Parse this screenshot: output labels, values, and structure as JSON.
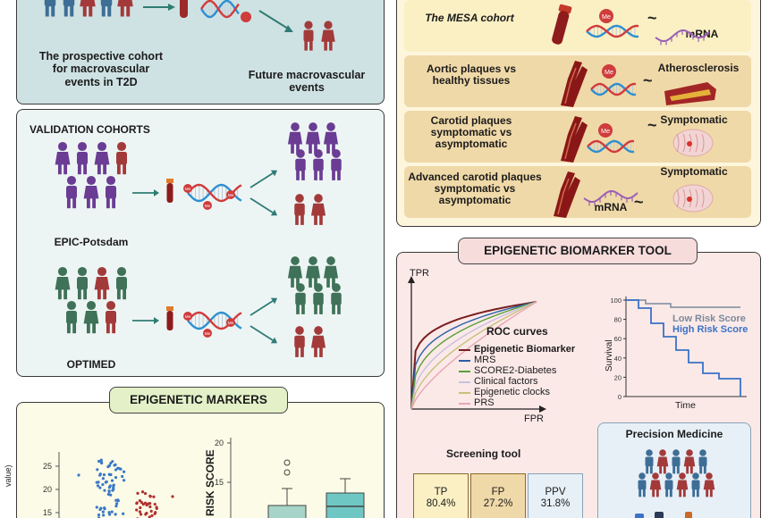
{
  "colors": {
    "discovery_bg": "#cfe2e3",
    "validation_bg": "#edf5f4",
    "mesa_bg": "#fdf6dd",
    "mesa_row_cream": "#fbf0c4",
    "mesa_row_tan": "#f0d9a8",
    "tool_bg": "#fbe9e8",
    "markers_bg": "#fbfbe7",
    "tag_green": "#e3f0c8",
    "tag_pink": "#f7dcdc",
    "blue_person": "#3e6e96",
    "red_person": "#a33a3a",
    "purple_person": "#6b3c93",
    "green_person": "#3f7258",
    "vessel": "#8f1c1c",
    "dna_red": "#d23b3b",
    "dna_blue": "#2e8fd0",
    "me_dot": "#cf3c3c",
    "mrna": "#9a5fb6",
    "roc_epigenetic": "#7a1f1f",
    "roc_mrs": "#2a5fa8",
    "roc_score2": "#5b9f3a",
    "roc_clinical": "#c9c0e0",
    "roc_clocks": "#c8c07a",
    "roc_prs": "#e9a5b3",
    "low_risk": "#7a8a99",
    "high_risk": "#3a72c6"
  },
  "icons": [
    "person-icon",
    "blood-tube-icon",
    "dna-icon",
    "methyl-icon",
    "mrna-icon",
    "artery-icon",
    "brain-icon",
    "arrow-icon",
    "pill-icon"
  ],
  "discovery": {
    "cohort_text": "The prospective cohort for macrovascular events in T2D",
    "future_text": "Future macrovascular events",
    "me_label": "Me"
  },
  "validation": {
    "title": "VALIDATION COHORTS",
    "cohort1": "EPIC-Potsdam",
    "cohort2": "OPTIMED"
  },
  "markers": {
    "title": "EPIGENETIC MARKERS",
    "volcano_ylabel_fragment": "value)",
    "volcano_ticks": [
      "25",
      "20",
      "15"
    ],
    "risk_axis_label": "N RISK SCORE",
    "risk_ticks": [
      "20",
      "15"
    ]
  },
  "mesa": {
    "rows": [
      {
        "label": "The MESA cohort",
        "right": "mRNA"
      },
      {
        "label": "Aortic plaques vs healthy tissues",
        "right": "Atherosclerosis"
      },
      {
        "label": "Carotid plaques symptomatic vs asymptomatic",
        "right": "Symptomatic"
      },
      {
        "label": "Advanced carotid plaques symptomatic vs asymptomatic",
        "right": "Symptomatic",
        "middle": "mRNA"
      }
    ],
    "tilde": "~"
  },
  "tool": {
    "title": "EPIGENETIC BIOMARKER TOOL",
    "roc_tpr": "TPR",
    "roc_fpr": "FPR",
    "roc_title": "ROC curves",
    "legend": [
      "Epigenetic Biomarker",
      "MRS",
      "SCORE2-Diabetes",
      "Clinical factors",
      "Epigenetic clocks",
      "PRS"
    ],
    "surv_ylabel": "Survival",
    "surv_xlabel": "Time",
    "surv_ticks": [
      "100",
      "80",
      "60",
      "40",
      "20",
      "0"
    ],
    "low_label": "Low Risk Score",
    "high_label": "High Risk Score",
    "screening_title": "Screening tool",
    "metrics": [
      {
        "name": "TP",
        "value": "80.4%"
      },
      {
        "name": "FP",
        "value": "27.2%"
      },
      {
        "name": "PPV",
        "value": "31.8%"
      }
    ],
    "precision_title": "Precision Medicine"
  }
}
